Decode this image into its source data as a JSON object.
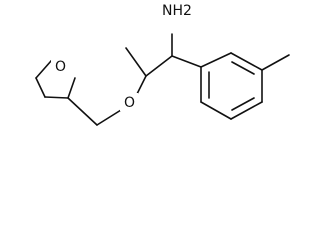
{
  "structure": {
    "atoms": {
      "amine": "NH2",
      "ether_oxygen": "O",
      "ring_oxygen": "O"
    }
  },
  "colors": {
    "bond": "#111111",
    "background": "#ffffff"
  }
}
